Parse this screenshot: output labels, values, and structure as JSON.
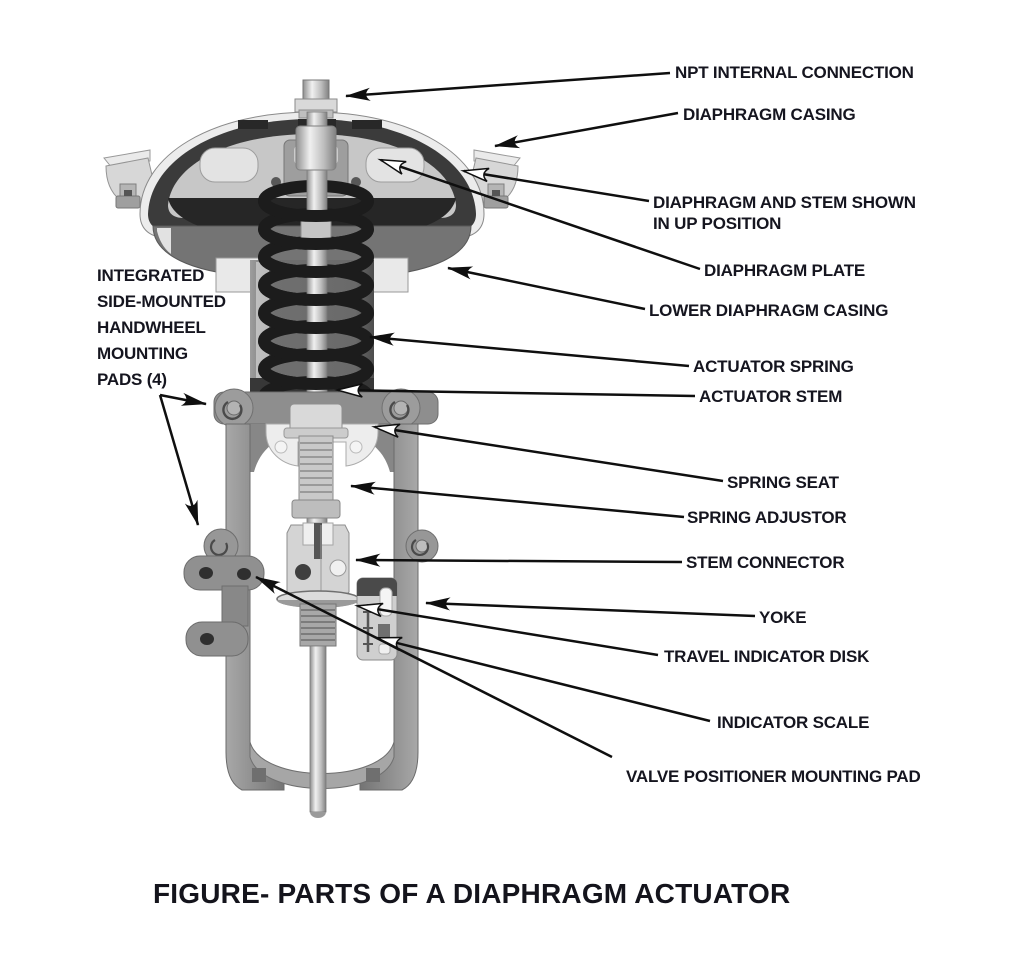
{
  "figure": {
    "caption": "FIGURE- PARTS OF A DIAPHRAGM ACTUATOR",
    "type": "labeled cutaway diagram",
    "subject": "Diaphragm actuator"
  },
  "colors": {
    "background": "#ffffff",
    "label_text": "#15151f",
    "leader_line": "#0f0f0f",
    "casing_dark": "#333333",
    "body_gray": "#767676",
    "spring_dark": "#1c1c1c"
  },
  "callouts": [
    {
      "id": "npt-internal-connection",
      "text": "NPT INTERNAL CONNECTION"
    },
    {
      "id": "diaphragm-casing",
      "text": "DIAPHRAGM CASING"
    },
    {
      "id": "diaphragm-and-stem",
      "text": "DIAPHRAGM AND STEM SHOWN\nIN UP POSITION"
    },
    {
      "id": "diaphragm-plate",
      "text": "DIAPHRAGM PLATE"
    },
    {
      "id": "lower-diaphragm-casing",
      "text": "LOWER DIAPHRAGM CASING"
    },
    {
      "id": "actuator-spring",
      "text": "ACTUATOR SPRING"
    },
    {
      "id": "actuator-stem",
      "text": "ACTUATOR STEM"
    },
    {
      "id": "spring-seat",
      "text": "SPRING SEAT"
    },
    {
      "id": "spring-adjustor",
      "text": "SPRING ADJUSTOR"
    },
    {
      "id": "stem-connector",
      "text": "STEM CONNECTOR"
    },
    {
      "id": "yoke",
      "text": "YOKE"
    },
    {
      "id": "travel-indicator-disk",
      "text": "TRAVEL INDICATOR DISK"
    },
    {
      "id": "indicator-scale",
      "text": "INDICATOR SCALE"
    },
    {
      "id": "valve-positioner-mounting-pad",
      "text": "VALVE POSITIONER MOUNTING PAD"
    },
    {
      "id": "handwheel-mounting-pads",
      "text": "INTEGRATED\nSIDE-MOUNTED\nHANDWHEEL\nMOUNTING\nPADS (4)"
    }
  ]
}
